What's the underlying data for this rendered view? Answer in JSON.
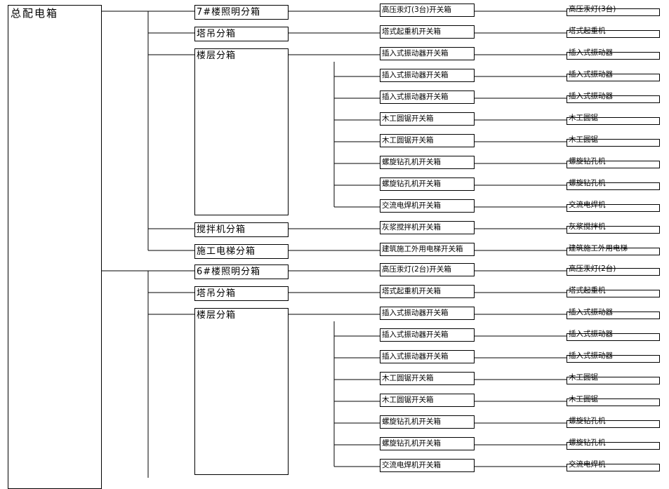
{
  "root": {
    "label": "总配电箱"
  },
  "groups": [
    {
      "sub_boxes": [
        {
          "label": "7#楼照明分箱",
          "switch_boxes": [
            {
              "label": "高压汞灯(3台)开关箱",
              "equipment": "高压汞灯(3台)"
            }
          ]
        },
        {
          "label": "塔吊分箱",
          "switch_boxes": [
            {
              "label": "塔式起重机开关箱",
              "equipment": "塔式起重机"
            }
          ]
        },
        {
          "label": "楼层分箱",
          "switch_boxes": [
            {
              "label": "插入式振动器开关箱",
              "equipment": "插入式振动器"
            },
            {
              "label": "插入式振动器开关箱",
              "equipment": "插入式振动器"
            },
            {
              "label": "插入式振动器开关箱",
              "equipment": "插入式振动器"
            },
            {
              "label": "木工圆锯开关箱",
              "equipment": "木工圆锯"
            },
            {
              "label": "木工圆锯开关箱",
              "equipment": "木工圆锯"
            },
            {
              "label": "螺旋钻孔机开关箱",
              "equipment": "螺旋钻孔机"
            },
            {
              "label": "螺旋钻孔机开关箱",
              "equipment": "螺旋钻孔机"
            },
            {
              "label": "交流电焊机开关箱",
              "equipment": "交流电焊机"
            }
          ]
        },
        {
          "label": "搅拌机分箱",
          "switch_boxes": [
            {
              "label": "灰浆搅拌机开关箱",
              "equipment": "灰浆搅拌机"
            }
          ]
        },
        {
          "label": "施工电梯分箱",
          "switch_boxes": [
            {
              "label": "建筑施工外用电梯开关箱",
              "equipment": "建筑施工外用电梯"
            }
          ]
        }
      ]
    },
    {
      "sub_boxes": [
        {
          "label": "6#楼照明分箱",
          "switch_boxes": [
            {
              "label": "高压汞灯(2台)开关箱",
              "equipment": "高压汞灯(2台)"
            }
          ]
        },
        {
          "label": "塔吊分箱",
          "switch_boxes": [
            {
              "label": "塔式起重机开关箱",
              "equipment": "塔式起重机"
            }
          ]
        },
        {
          "label": "楼层分箱",
          "switch_boxes": [
            {
              "label": "插入式振动器开关箱",
              "equipment": "插入式振动器"
            },
            {
              "label": "插入式振动器开关箱",
              "equipment": "插入式振动器"
            },
            {
              "label": "插入式振动器开关箱",
              "equipment": "插入式振动器"
            },
            {
              "label": "木工圆锯开关箱",
              "equipment": "木工圆锯"
            },
            {
              "label": "木工圆锯开关箱",
              "equipment": "木工圆锯"
            },
            {
              "label": "螺旋钻孔机开关箱",
              "equipment": "螺旋钻孔机"
            },
            {
              "label": "螺旋钻孔机开关箱",
              "equipment": "螺旋钻孔机"
            },
            {
              "label": "交流电焊机开关箱",
              "equipment": "交流电焊机"
            }
          ]
        }
      ]
    }
  ]
}
